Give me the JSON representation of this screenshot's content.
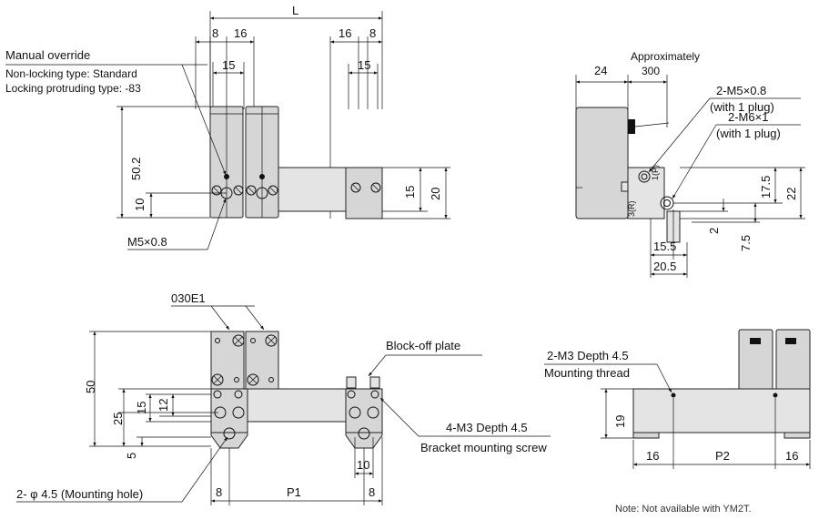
{
  "top_left": {
    "dim_L": "L",
    "dim_8a": "8",
    "dim_16a": "16",
    "dim_15a": "15",
    "dim_16b": "16",
    "dim_8b": "8",
    "dim_15b": "15",
    "dim_50_2": "50.2",
    "dim_10": "10",
    "dim_15c": "15",
    "dim_20": "20",
    "manual_override": "Manual override",
    "non_locking": "Non-locking type: Standard",
    "locking": "Locking protruding type: -83",
    "m5_label": "M5×0.8"
  },
  "top_right": {
    "approximately": "Approximately",
    "dim_300": "300",
    "dim_24": "24",
    "m5_callout": "2-M5×0.8",
    "m5_plug": "(with 1 plug)",
    "m6_callout": "2-M6×1",
    "m6_plug": "(with 1 plug)",
    "dim_17_5": "17.5",
    "dim_22": "22",
    "dim_2": "2",
    "dim_7_5": "7.5",
    "dim_15_5": "15.5",
    "dim_20_5": "20.5",
    "port_1p": "1(P)",
    "port_3r": "3(R)"
  },
  "bottom_left": {
    "model": "030E1",
    "block_off": "Block-off plate",
    "dim_50": "50",
    "dim_25": "25",
    "dim_15": "15",
    "dim_12": "12",
    "dim_5": "5",
    "dim_10": "10",
    "dim_8a": "8",
    "dim_p1": "P1",
    "dim_8b": "8",
    "mounting_hole": "2- φ 4.5 (Mounting hole)",
    "m3_callout": "4-M3 Depth 4.5",
    "bracket_screw": "Bracket mounting screw"
  },
  "bottom_right": {
    "m3_callout": "2-M3 Depth 4.5",
    "mounting_thread": "Mounting thread",
    "dim_19": "19",
    "dim_16a": "16",
    "dim_p2": "P2",
    "dim_16b": "16"
  },
  "note": "Note: Not available with YM2T."
}
